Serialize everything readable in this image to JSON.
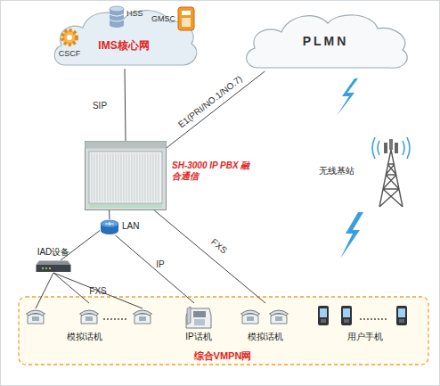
{
  "diagram": {
    "nodes": [
      {
        "text": [
          "IMS核心网"
        ]
      },
      {
        "text": [
          "HSS"
        ],
        "in": 0
      },
      {
        "text": [
          "CSCF"
        ],
        "in": 0
      },
      {
        "text": [
          "GMSC"
        ],
        "in": 0
      },
      {
        "text": [
          "PLMN"
        ]
      },
      {
        "text": [
          "SH-3000 IP PBX 融合通信"
        ]
      },
      {
        "text": [
          "LAN"
        ]
      },
      {
        "text": [
          "IAD设备"
        ]
      },
      {
        "text": [
          "无线基站"
        ]
      },
      {
        "text": [
          "综合VMPN网"
        ]
      },
      {
        "text": [
          "模拟话机"
        ],
        "in": 9
      },
      {
        "text": [
          "IP话机"
        ],
        "in": 9
      },
      {
        "text": [
          "模拟话机"
        ],
        "in": 9
      },
      {
        "text": [
          "用户手机"
        ],
        "in": 9
      }
    ],
    "edges": [
      {
        "from": 0,
        "to": 5,
        "label": "SIP",
        "arrow": "none"
      },
      {
        "from": 4,
        "to": 5,
        "label": "E1(PRI/NO.1/NO.7)",
        "arrow": "none"
      },
      {
        "from": 5,
        "to": 6,
        "arrow": "none"
      },
      {
        "from": 6,
        "to": 7,
        "arrow": "none"
      },
      {
        "from": 6,
        "to": 11,
        "label": "IP",
        "arrow": "none"
      },
      {
        "from": 5,
        "to": 12,
        "label": "FXS",
        "arrow": "none"
      },
      {
        "from": 7,
        "to": 10,
        "label": "FXS",
        "arrow": "none"
      }
    ]
  }
}
